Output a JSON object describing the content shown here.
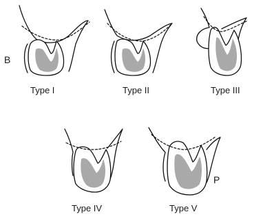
{
  "side_labels": {
    "buccal": "B",
    "palatal": "P"
  },
  "types": [
    {
      "label": "Type I"
    },
    {
      "label": "Type II"
    },
    {
      "label": "Type III"
    },
    {
      "label": "Type IV"
    },
    {
      "label": "Type V"
    }
  ]
}
